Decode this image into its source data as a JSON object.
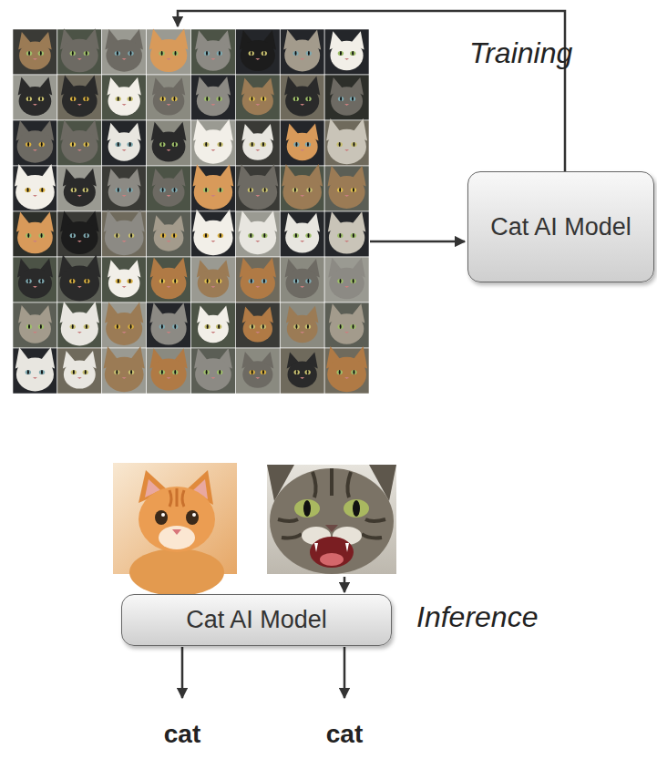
{
  "diagram": {
    "nodes": [
      {
        "text": [
          "Cat AI Model"
        ]
      },
      {
        "text": [
          "Cat AI Model"
        ]
      }
    ],
    "labels": [
      "Training",
      "Inference",
      "cat",
      "cat"
    ]
  }
}
